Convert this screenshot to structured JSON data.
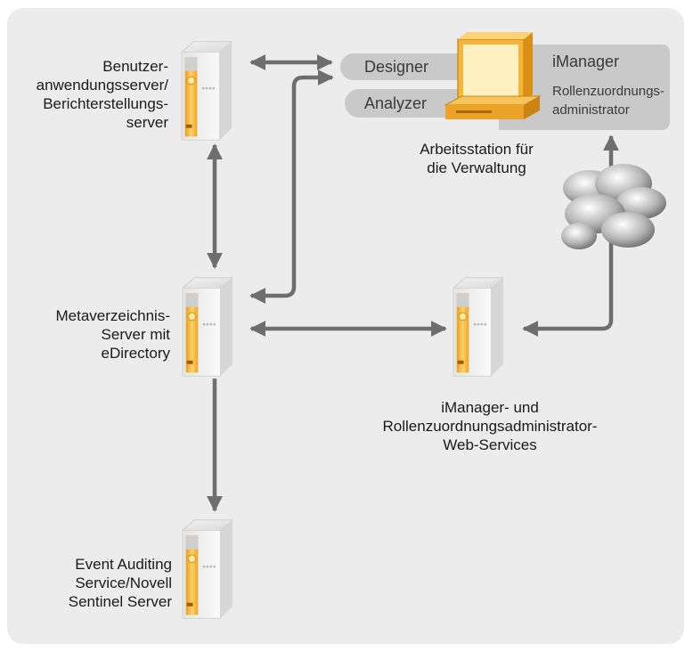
{
  "nodes": {
    "user_app_server": {
      "label_lines": [
        "Benutzer-",
        "anwendungsserver/",
        "Berichterstellungs-",
        "server"
      ]
    },
    "metadirectory": {
      "label_lines": [
        "Metaverzeichnis-",
        "Server mit",
        "eDirectory"
      ]
    },
    "event_auditing": {
      "label_lines": [
        "Event Auditing",
        "Service/Novell",
        "Sentinel Server"
      ]
    },
    "web_services": {
      "label_lines": [
        "iManager- und",
        "Rollenzuordnungsadministrator-",
        "Web-Services"
      ]
    },
    "workstation": {
      "label_lines": [
        "Arbeitsstation für",
        "die Verwaltung"
      ],
      "tools": {
        "designer": "Designer",
        "analyzer": "Analyzer",
        "imanager": "iManager",
        "rbpm_line1": "Rollenzuordnungs-",
        "rbpm_line2": "administrator"
      }
    }
  },
  "icons": {
    "server": "server-tower-icon",
    "workstation": "computer-monitor-icon",
    "network": "cloud-icon"
  },
  "colors": {
    "panel": "#ececec",
    "arrow": "#6e6e6e",
    "server_accent": "#f2a91e",
    "pill": "#c9c9c9"
  }
}
